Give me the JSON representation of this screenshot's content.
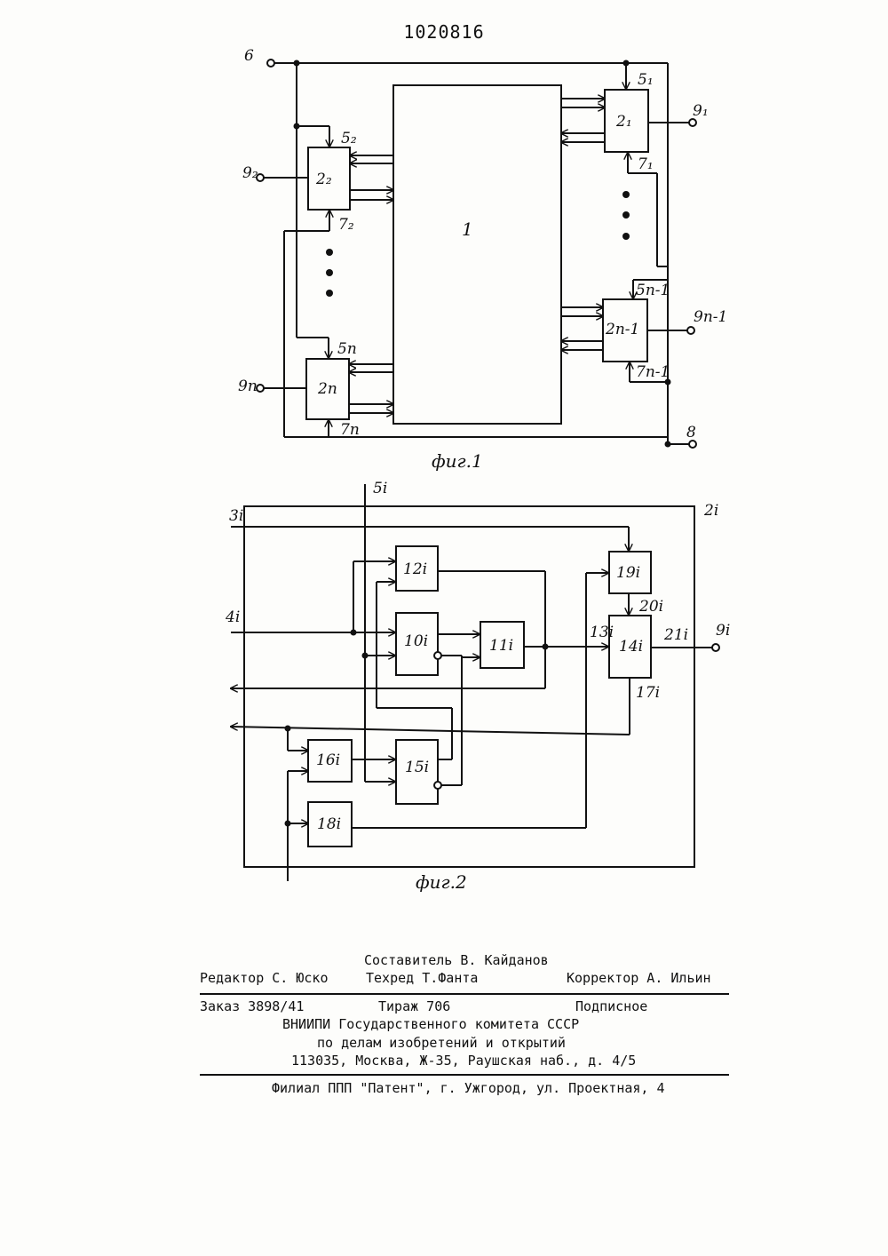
{
  "patent_number": "1020816",
  "figure1": {
    "caption": "фиг.1",
    "main_block": "1",
    "block_2_1": "2₁",
    "block_2_2": "2₂",
    "block_2_n": "2п",
    "block_2_n1": "2п-1",
    "label_6": "6",
    "label_8": "8",
    "label_5_1": "5₁",
    "label_5_2": "5₂",
    "label_5_n": "5п",
    "label_5_n1": "5п-1",
    "label_7_1": "7₁",
    "label_7_2": "7₂",
    "label_7_n": "7п",
    "label_7_n1": "7п-1",
    "label_9_1": "9₁",
    "label_9_2": "9₂",
    "label_9_n": "9п",
    "label_9_n1": "9п-1"
  },
  "figure2": {
    "caption": "фиг.2",
    "outer_label": "2i",
    "label_3i": "3i",
    "label_4i": "4i",
    "label_5i": "5i",
    "label_9i": "9i",
    "label_13i": "13i",
    "label_17i": "17i",
    "label_20i": "20i",
    "label_21i": "21i",
    "block_10": "10i",
    "block_11": "11i",
    "block_12": "12i",
    "block_14": "14i",
    "block_15": "15i",
    "block_16": "16i",
    "block_18": "18i",
    "block_19": "19i"
  },
  "footer": {
    "compiler": "Составитель В. Кайданов",
    "editor": "Редактор С. Юско",
    "techred": "Техред Т.Фанта",
    "corrector": "Корректор А. Ильин",
    "order": "Заказ 3898/41",
    "circulation": "Тираж 706",
    "subscription": "Подписное",
    "org_line1": "ВНИИПИ Государственного комитета СССР",
    "org_line2": "по делам изобретений и открытий",
    "address": "113035, Москва, Ж-35, Раушская наб., д. 4/5",
    "branch": "Филиал ППП \"Патент\", г. Ужгород, ул. Проектная, 4"
  }
}
